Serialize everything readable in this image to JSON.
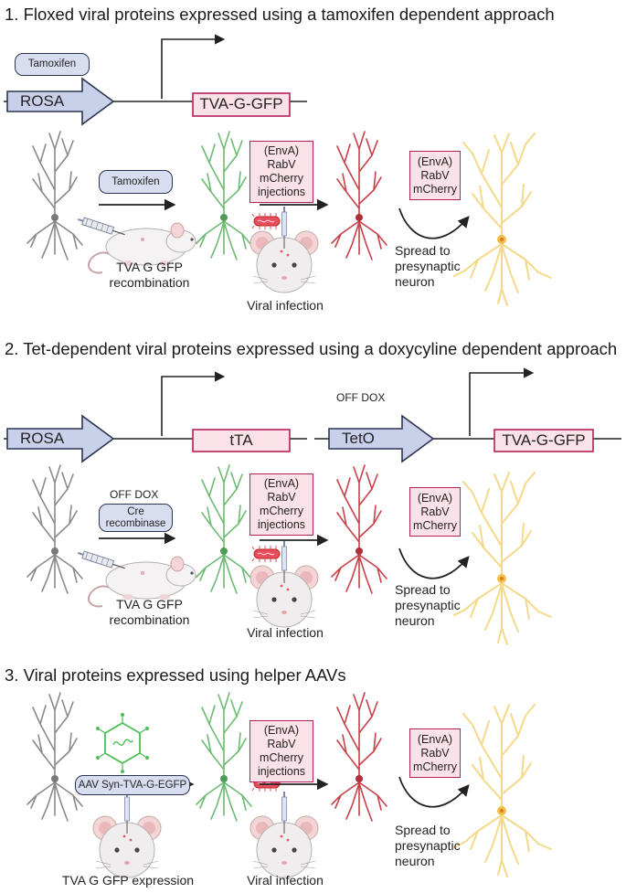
{
  "sections": [
    {
      "title": "1. Floxed viral proteins expressed using a tamoxifen dependent approach",
      "pill_top": "Tamoxifen",
      "promoter": "ROSA",
      "gene": "TVA-G-GFP",
      "pill_arrow": "Tamoxifen",
      "mouse_label_1": "TVA G GFP",
      "mouse_label_2": "recombination",
      "inject_box": [
        "(EnvA)",
        "RabV",
        "mCherry",
        "injections"
      ],
      "viral_infection": "Viral infection",
      "spread_box": [
        "(EnvA)",
        "RabV",
        "mCherry"
      ],
      "spread_label": [
        "Spread to",
        "presynaptic",
        "neuron"
      ]
    },
    {
      "title": "2. Tet-dependent viral proteins expressed using a doxycyline dependent approach",
      "promoter": "ROSA",
      "gene": "tTA",
      "off_dox_top": "OFF DOX",
      "promoter_2": "TetO",
      "gene_2": "TVA-G-GFP",
      "off_dox_arrow": "OFF DOX",
      "pill_arrow": [
        "Cre",
        "recombinase"
      ],
      "mouse_label_1": "TVA G GFP",
      "mouse_label_2": "recombination",
      "inject_box": [
        "(EnvA)",
        "RabV",
        "mCherry",
        "injections"
      ],
      "viral_infection": "Viral infection",
      "spread_box": [
        "(EnvA)",
        "RabV",
        "mCherry"
      ],
      "spread_label": [
        "Spread to",
        "presynaptic",
        "neuron"
      ]
    },
    {
      "title": "3. Viral proteins expressed using helper AAVs",
      "aav_pill": "AAV Syn-TVA-G-EGFP",
      "mouse_label": "TVA G GFP expression",
      "inject_box": [
        "(EnvA)",
        "RabV",
        "mCherry",
        "injections"
      ],
      "viral_infection": "Viral infection",
      "spread_box": [
        "(EnvA)",
        "RabV",
        "mCherry"
      ],
      "spread_label": [
        "Spread to",
        "presynaptic",
        "neuron"
      ]
    }
  ],
  "colors": {
    "promoter_fill": "#c9d0ea",
    "gene_fill": "#fbe1e8",
    "gene_border": "#b3205a",
    "neuron_grey": "#8a8a8a",
    "neuron_green": "#6dbb73",
    "neuron_red": "#c8414a",
    "neuron_yellow": "#f4d98a",
    "virus": "#e84f5e",
    "aav": "#4bbf55"
  }
}
